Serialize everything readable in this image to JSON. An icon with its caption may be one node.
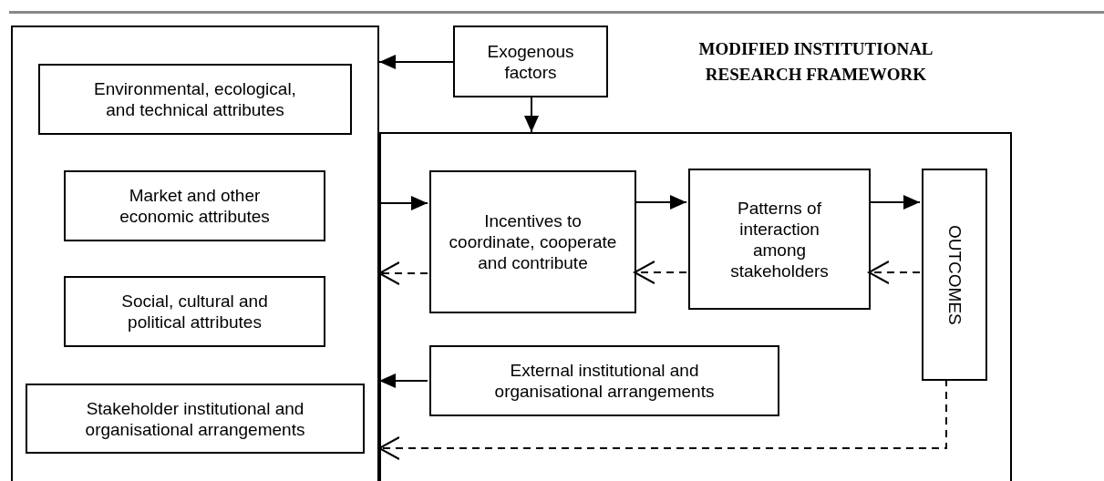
{
  "diagram": {
    "title": "MODIFIED INSTITUTIONAL RESEARCH FRAMEWORK",
    "nodes": [
      {
        "text": [],
        "shape": "box"
      },
      {
        "text": [
          "Environmental, ecological, and technical attributes"
        ],
        "in": 0
      },
      {
        "text": [
          "Market and other economic attributes"
        ],
        "in": 0
      },
      {
        "text": [
          "Social, cultural and political attributes"
        ],
        "in": 0
      },
      {
        "text": [
          "Stakeholder institutional and organisational arrangements"
        ],
        "in": 0
      },
      {
        "text": [
          "Exogenous factors"
        ]
      },
      {
        "text": [],
        "shape": "box"
      },
      {
        "text": [
          "Incentives to coordinate, cooperate and contribute"
        ],
        "in": 6
      },
      {
        "text": [
          "Patterns of interaction among stakeholders"
        ],
        "in": 6
      },
      {
        "text": [
          "OUTCOMES"
        ],
        "in": 6
      },
      {
        "text": [
          "External institutional and organisational arrangements"
        ],
        "in": 6
      }
    ],
    "edges": [
      {
        "from": 5,
        "to": 0,
        "arrow": "to"
      },
      {
        "from": 5,
        "to": 6,
        "arrow": "to"
      },
      {
        "from": 0,
        "to": 7,
        "arrow": "to"
      },
      {
        "from": 7,
        "to": 8,
        "arrow": "to"
      },
      {
        "from": 8,
        "to": 9,
        "arrow": "to"
      },
      {
        "from": 7,
        "to": 0,
        "arrow": "to",
        "style": "dashed"
      },
      {
        "from": 8,
        "to": 7,
        "arrow": "to",
        "style": "dashed"
      },
      {
        "from": 9,
        "to": 8,
        "arrow": "to",
        "style": "dashed"
      },
      {
        "from": 10,
        "to": 0,
        "arrow": "to"
      },
      {
        "from": 9,
        "to": 0,
        "arrow": "to",
        "style": "dashed"
      }
    ]
  }
}
